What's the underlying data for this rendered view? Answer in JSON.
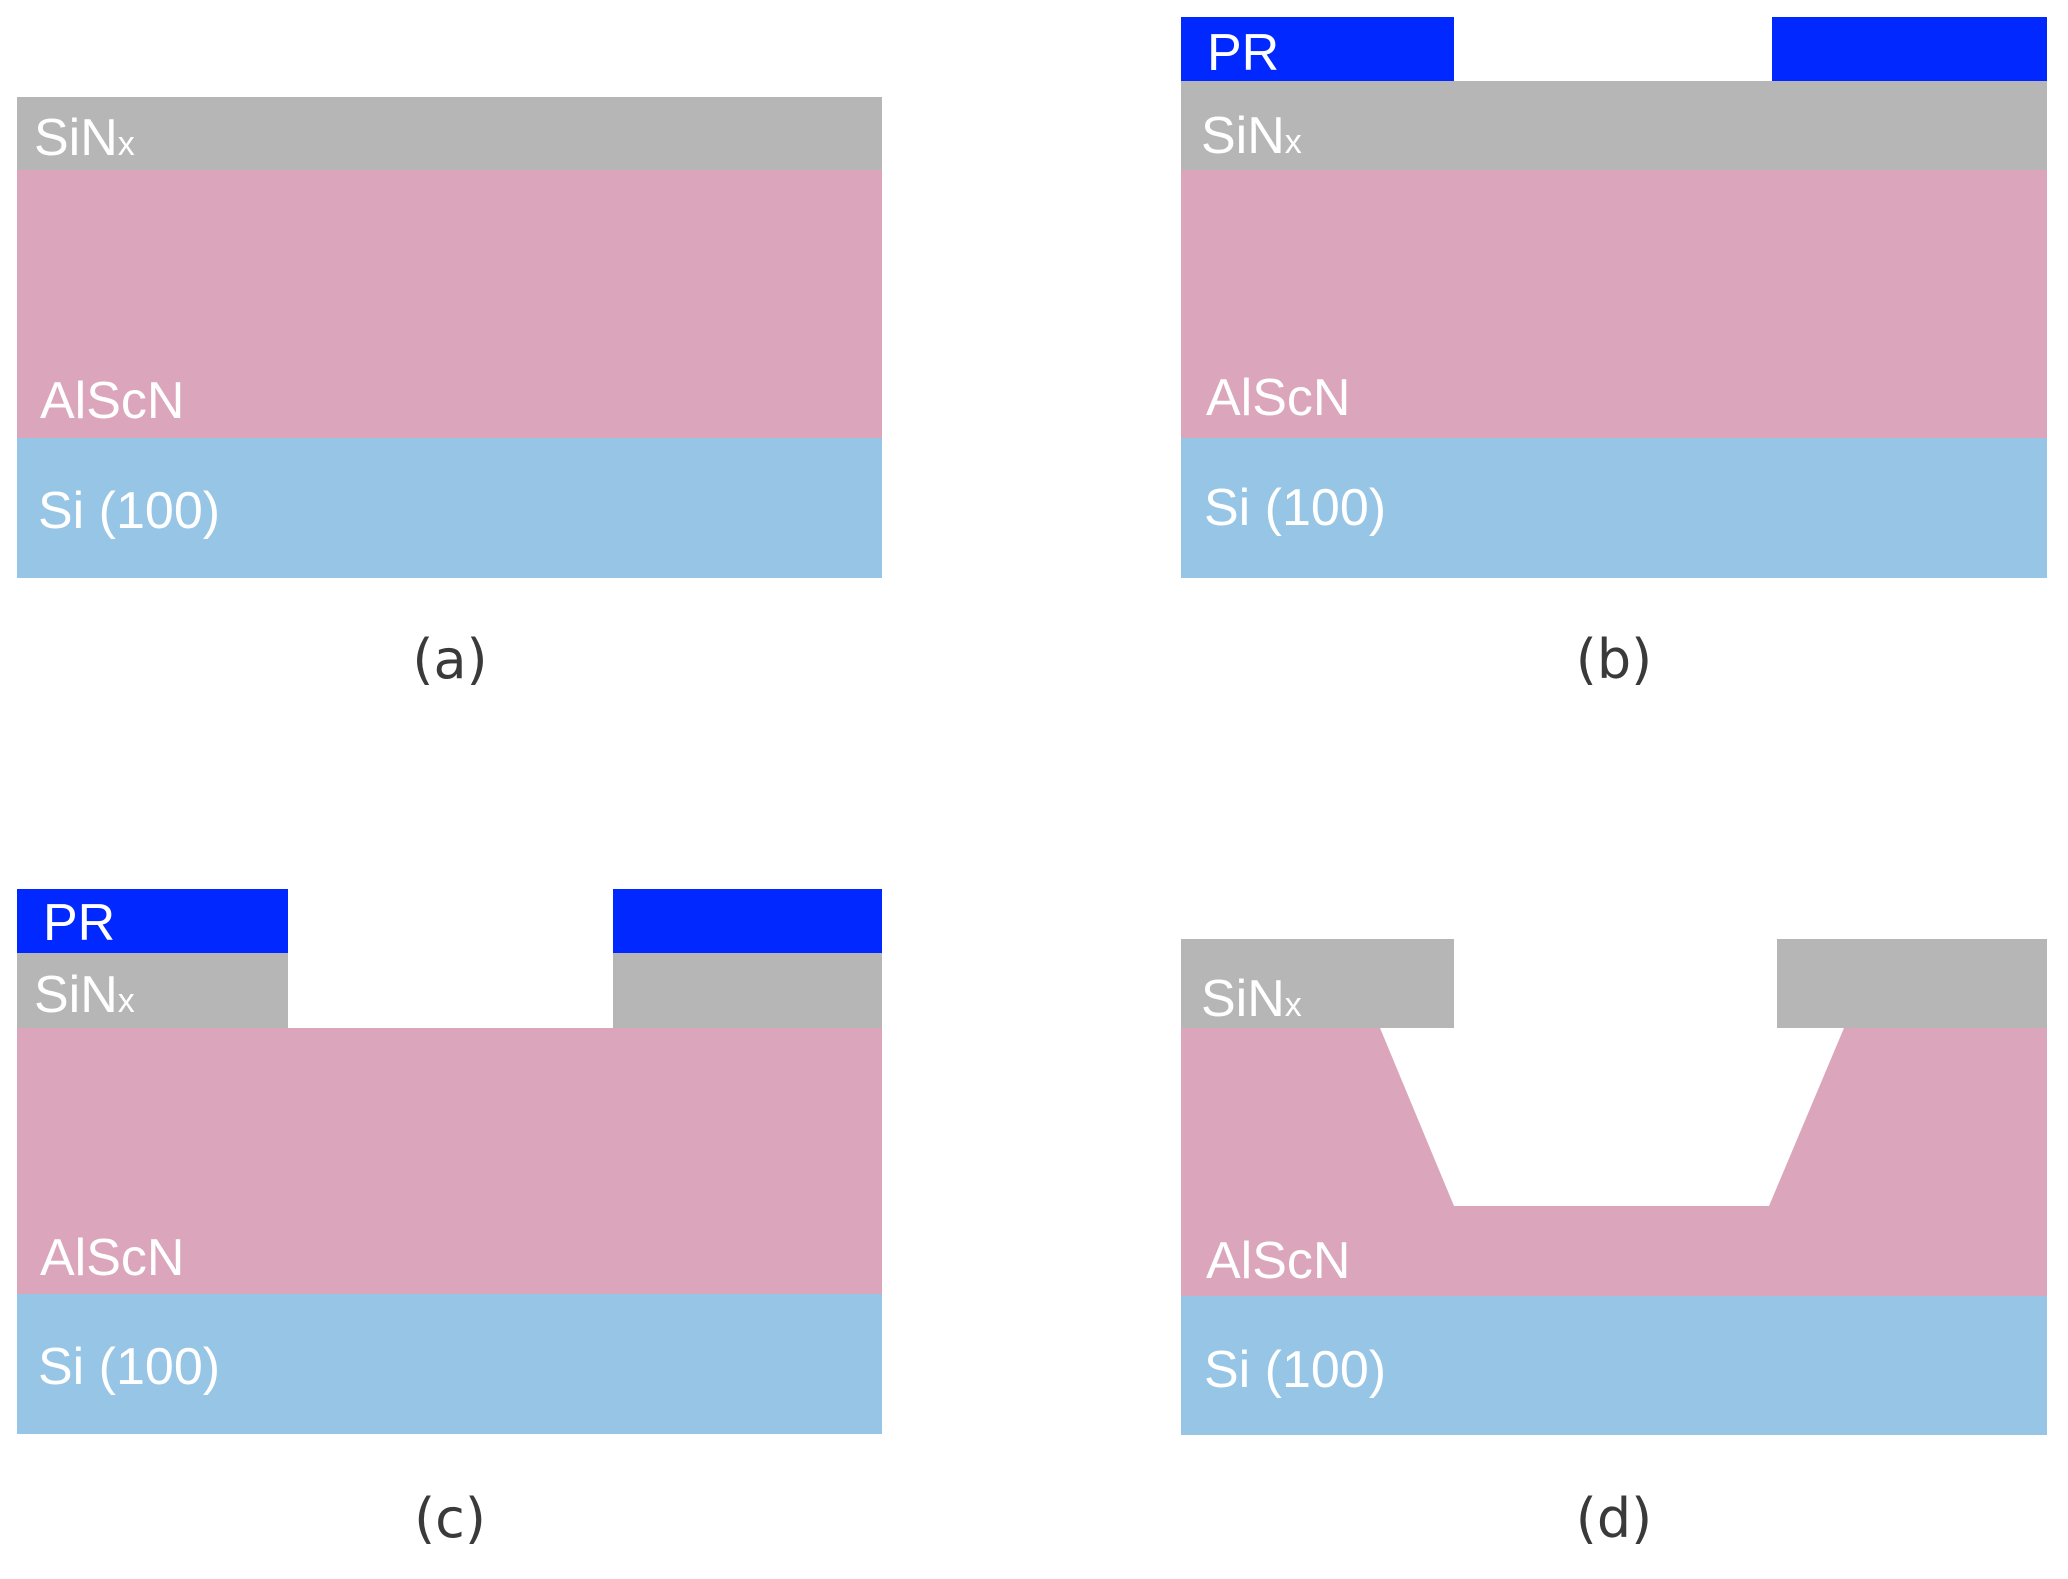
{
  "colors": {
    "si": "#97c5e6",
    "alscn": "#dba5bb",
    "sinx": "#b6b6b6",
    "pr": "#0028ff",
    "background": "#ffffff",
    "caption": "#3a3a3a"
  },
  "labels": {
    "pr": "PR",
    "sinx_main": "SiN",
    "sinx_sub": "x",
    "alscn": "AlScN",
    "si": "Si (100)"
  },
  "panels": [
    {
      "id": "a",
      "caption": "(a)"
    },
    {
      "id": "b",
      "caption": "(b)"
    },
    {
      "id": "c",
      "caption": "(c)"
    },
    {
      "id": "d",
      "caption": "(d)"
    }
  ]
}
